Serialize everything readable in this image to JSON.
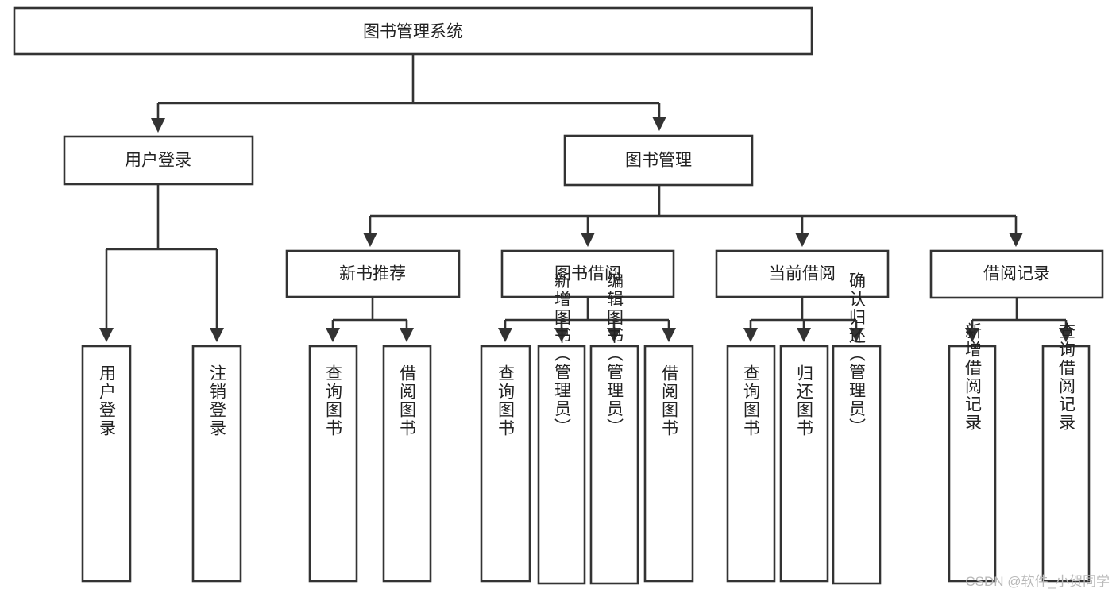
{
  "diagram": {
    "type": "hierarchy-tree",
    "title": "图书管理系统",
    "orientation": "top-down",
    "background_color": "#ffffff",
    "box_stroke_color": "#333333",
    "box_fill_color": "#ffffff",
    "text_color": "#222222"
  },
  "root": {
    "label": "图书管理系统"
  },
  "level2": [
    {
      "label": "用户登录"
    },
    {
      "label": "图书管理"
    }
  ],
  "level3": [
    {
      "label": "新书推荐"
    },
    {
      "label": "图书借阅"
    },
    {
      "label": "当前借阅"
    },
    {
      "label": "借阅记录"
    }
  ],
  "leaves": {
    "user_login": [
      {
        "label": "用户登录"
      },
      {
        "label": "注销登录"
      }
    ],
    "new_book_recommend": [
      {
        "label": "查询图书"
      },
      {
        "label": "借阅图书"
      }
    ],
    "book_borrow": [
      {
        "label": "查询图书"
      },
      {
        "label": "新增图书（管理员）"
      },
      {
        "label": "编辑图书（管理员）"
      },
      {
        "label": "借阅图书"
      }
    ],
    "current_borrow": [
      {
        "label": "查询图书"
      },
      {
        "label": "归还图书"
      },
      {
        "label": "确认归还（管理员）"
      }
    ],
    "borrow_record": [
      {
        "label": "新增借阅记录"
      },
      {
        "label": "查询借阅记录"
      }
    ]
  },
  "watermark": {
    "text": "CSDN @软件_小贺同学"
  }
}
